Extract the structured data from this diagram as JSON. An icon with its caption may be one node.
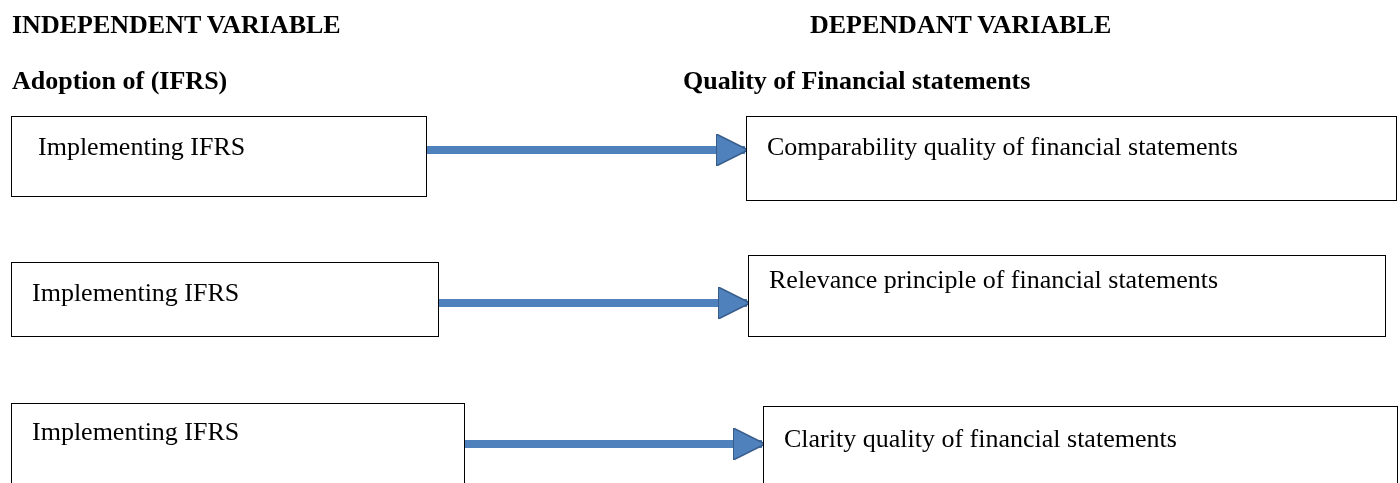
{
  "diagram": {
    "nodes": [
      {
        "text": [
          "Implementing IFRS"
        ]
      },
      {
        "text": [
          "Comparability quality of financial statements"
        ]
      },
      {
        "text": [
          "Implementing IFRS"
        ]
      },
      {
        "text": [
          "Relevance principle of financial statements"
        ]
      },
      {
        "text": [
          "Implementing IFRS"
        ]
      },
      {
        "text": [
          "Clarity quality of financial statements"
        ]
      }
    ],
    "edges": [
      {
        "from": 0,
        "to": 1,
        "arrow": "to"
      },
      {
        "from": 2,
        "to": 3,
        "arrow": "to"
      },
      {
        "from": 4,
        "to": 5,
        "arrow": "to"
      }
    ],
    "labels": [
      "INDEPENDENT VARIABLE",
      "DEPENDANT VARIABLE",
      "Adoption of (IFRS)",
      "Quality of Financial statements"
    ]
  }
}
